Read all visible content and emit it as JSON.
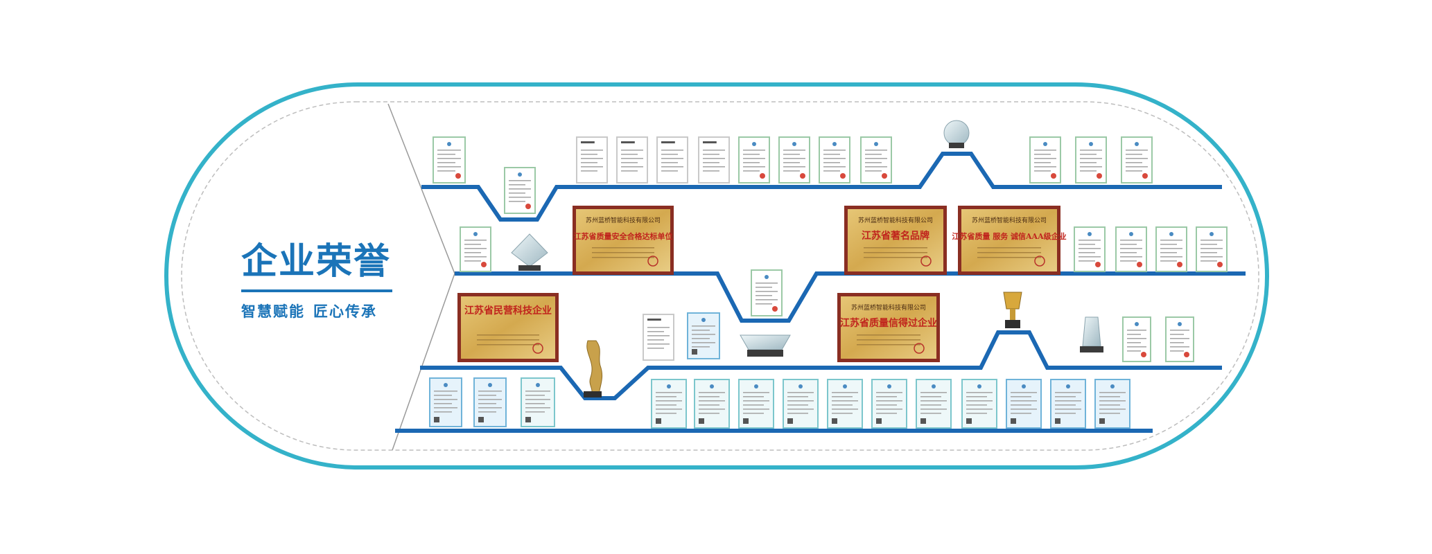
{
  "title": "企业荣誉",
  "subtitle_parts": [
    "智慧赋能",
    "匠心传承"
  ],
  "colors": {
    "frame": "#34b2c9",
    "shelf": "#1b68b3",
    "title": "#1b74b8",
    "plaque_border": "#8a2e22",
    "plaque_gold": "#d9b25e",
    "plaque_text": "#c0241d"
  },
  "plaques": [
    {
      "company": "苏州蓝桥智能科技有限公司",
      "honor": "江苏省质量安全合格达标单位"
    },
    {
      "company": "苏州蓝桥智能科技有限公司",
      "honor": "江苏省著名品牌"
    },
    {
      "company": "苏州蓝桥智能科技有限公司",
      "honor": "江苏省质量 服务 诚信AAA级企业"
    },
    {
      "company": "",
      "honor": "江苏省民营科技企业"
    },
    {
      "company": "苏州蓝桥智能科技有限公司",
      "honor": "江苏省质量信得过企业"
    }
  ],
  "trophies": [
    "crystal-ball-trophy",
    "crystal-diamond-trophy",
    "gold-statue-trophy",
    "crystal-arc-trophy",
    "gold-cup-trophy",
    "crystal-tower-trophy"
  ]
}
